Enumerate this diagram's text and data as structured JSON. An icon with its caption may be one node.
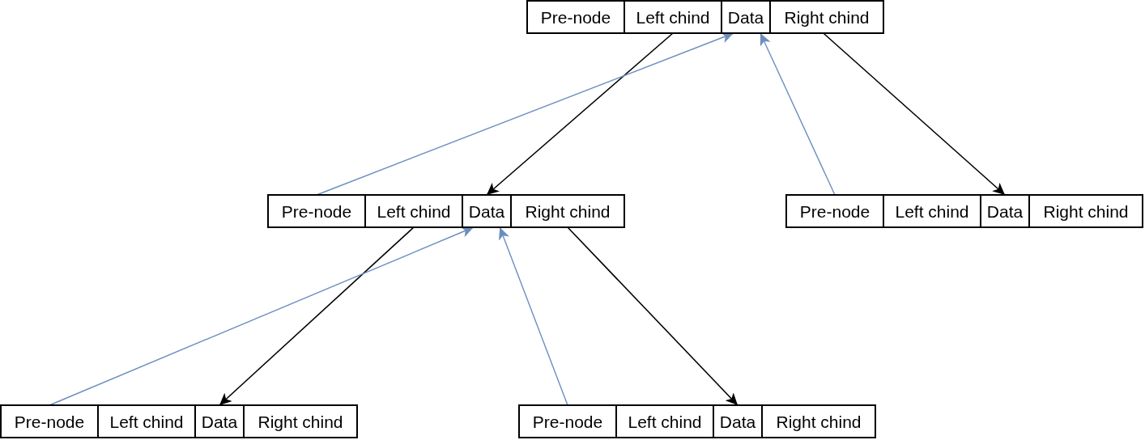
{
  "diagram": {
    "nodes": [
      {
        "text": [
          "Pre-node"
        ]
      },
      {
        "text": [
          "Left chind"
        ]
      },
      {
        "text": [
          "Data"
        ]
      },
      {
        "text": [
          "Right chind"
        ]
      },
      {
        "text": [
          "Pre-node"
        ]
      },
      {
        "text": [
          "Left chind"
        ]
      },
      {
        "text": [
          "Data"
        ]
      },
      {
        "text": [
          "Right chind"
        ]
      },
      {
        "text": [
          "Pre-node"
        ]
      },
      {
        "text": [
          "Left chind"
        ]
      },
      {
        "text": [
          "Data"
        ]
      },
      {
        "text": [
          "Right chind"
        ]
      },
      {
        "text": [
          "Pre-node"
        ]
      },
      {
        "text": [
          "Left chind"
        ]
      },
      {
        "text": [
          "Data"
        ]
      },
      {
        "text": [
          "Right chind"
        ]
      },
      {
        "text": [
          "Pre-node"
        ]
      },
      {
        "text": [
          "Left chind"
        ]
      },
      {
        "text": [
          "Data"
        ]
      },
      {
        "text": [
          "Right chind"
        ]
      }
    ],
    "edges": [
      {
        "from": 1,
        "to": 6,
        "arrow": "to"
      },
      {
        "from": 3,
        "to": 10,
        "arrow": "to"
      },
      {
        "from": 4,
        "to": 2,
        "arrow": "to",
        "color": "#6c8ebf"
      },
      {
        "from": 8,
        "to": 2,
        "arrow": "to",
        "color": "#6c8ebf"
      },
      {
        "from": 5,
        "to": 14,
        "arrow": "to"
      },
      {
        "from": 7,
        "to": 18,
        "arrow": "to"
      },
      {
        "from": 12,
        "to": 6,
        "arrow": "to",
        "color": "#6c8ebf"
      },
      {
        "from": 16,
        "to": 6,
        "arrow": "to",
        "color": "#6c8ebf"
      }
    ]
  }
}
